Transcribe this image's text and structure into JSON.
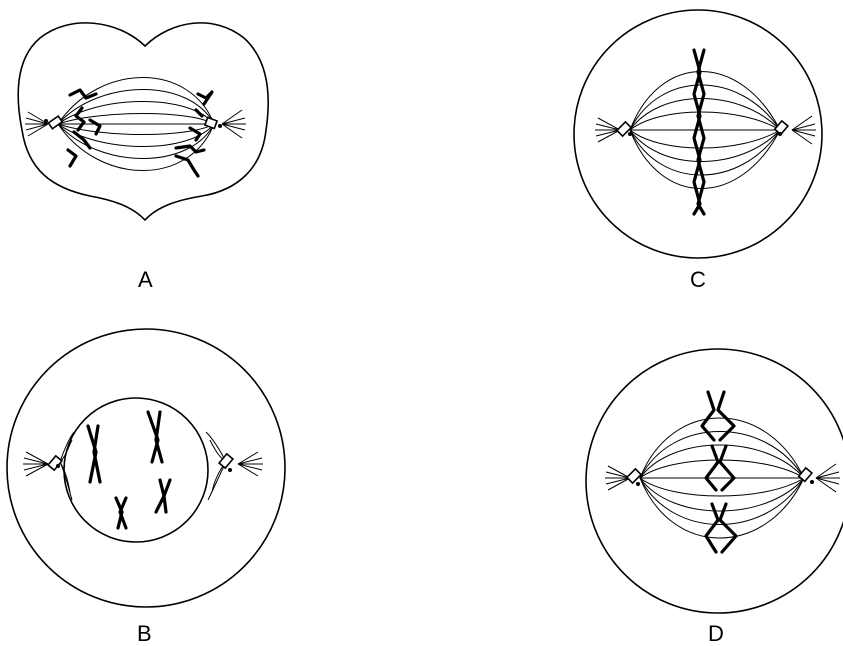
{
  "figure": {
    "cells": [
      {
        "id": "A",
        "label": "A",
        "stage_shape": "dividing-cell"
      },
      {
        "id": "B",
        "label": "B",
        "stage_shape": "round-cell-with-nucleus"
      },
      {
        "id": "C",
        "label": "C",
        "stage_shape": "round-cell-chromosomes-aligned"
      },
      {
        "id": "D",
        "label": "D",
        "stage_shape": "round-cell-chromosomes-separating"
      }
    ]
  }
}
